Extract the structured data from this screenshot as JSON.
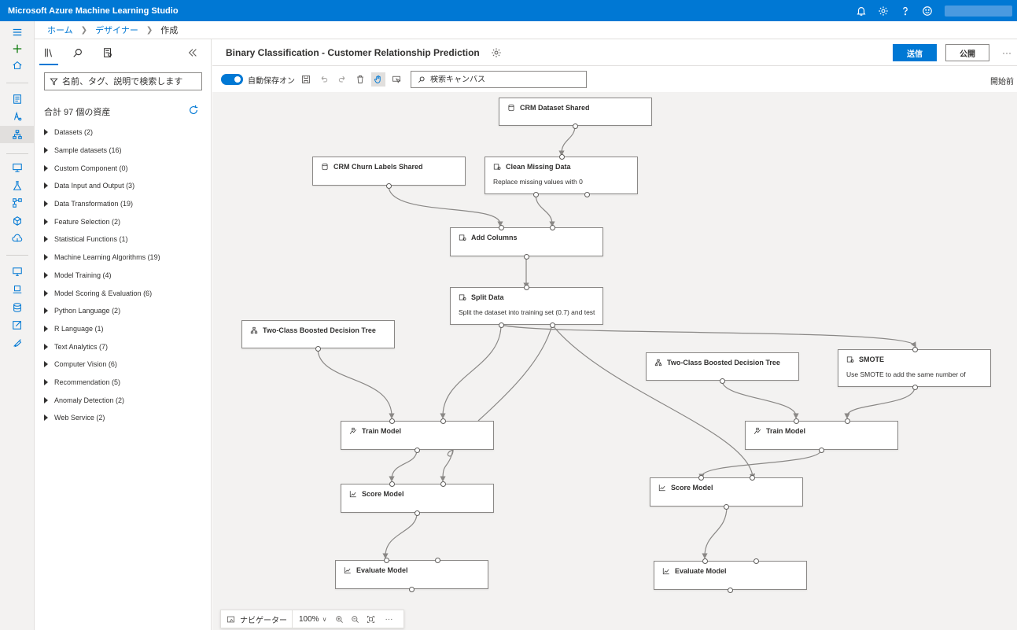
{
  "app": {
    "title": "Microsoft Azure Machine Learning Studio"
  },
  "breadcrumb": [
    {
      "label": "ホーム"
    },
    {
      "label": "デザイナー"
    },
    {
      "label": "作成"
    }
  ],
  "asset_panel": {
    "search_placeholder": "名前、タグ、説明で検索します",
    "asset_count": "合計 97 個の資産",
    "categories": [
      "Datasets (2)",
      "Sample datasets (16)",
      "Custom Component (0)",
      "Data Input and Output (3)",
      "Data Transformation (19)",
      "Feature Selection (2)",
      "Statistical Functions (1)",
      "Machine Learning Algorithms (19)",
      "Model Training (4)",
      "Model Scoring & Evaluation (6)",
      "Python Language (2)",
      "R Language (1)",
      "Text Analytics (7)",
      "Computer Vision (6)",
      "Recommendation (5)",
      "Anomaly Detection (2)",
      "Web Service (2)"
    ]
  },
  "pipeline": {
    "title": "Binary Classification - Customer Relationship Prediction",
    "submit_label": "送信",
    "publish_label": "公開",
    "more_label": "···"
  },
  "toolbar": {
    "autosave_label": "自動保存オン",
    "search_placeholder": "検索キャンバス",
    "status": "開始前"
  },
  "nodes": {
    "crm_dataset": {
      "title": "CRM Dataset Shared"
    },
    "crm_churn": {
      "title": "CRM Churn Labels Shared"
    },
    "clean_missing": {
      "title": "Clean Missing Data",
      "desc": "Replace missing values with 0"
    },
    "add_columns": {
      "title": "Add Columns"
    },
    "split_data": {
      "title": "Split Data",
      "desc": "Split the dataset into training set (0.7) and test"
    },
    "boosted_tree_1": {
      "title": "Two-Class Boosted Decision Tree"
    },
    "boosted_tree_2": {
      "title": "Two-Class Boosted Decision Tree"
    },
    "smote": {
      "title": "SMOTE",
      "desc": "Use SMOTE to add the same number of"
    },
    "train_model_1": {
      "title": "Train Model"
    },
    "train_model_2": {
      "title": "Train Model"
    },
    "score_model_1": {
      "title": "Score Model"
    },
    "score_model_2": {
      "title": "Score Model"
    },
    "evaluate_model_1": {
      "title": "Evaluate Model"
    },
    "evaluate_model_2": {
      "title": "Evaluate Model"
    }
  },
  "navigator": {
    "label": "ナビゲーター",
    "zoom": "100%",
    "more": "···"
  }
}
